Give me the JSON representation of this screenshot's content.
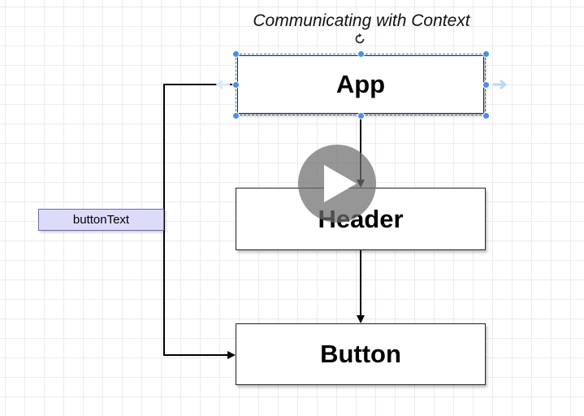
{
  "diagram": {
    "title": "Communicating with Context",
    "nodes": {
      "app": "App",
      "header": "Header",
      "button": "Button"
    },
    "edge_label": "buttonText"
  },
  "colors": {
    "selection": "#4a8fe7",
    "prop_fill": "#dcdcfa",
    "edge": "#000000",
    "play_overlay": "#6e6e6e"
  },
  "icons": {
    "rotate": "rotate-icon",
    "play": "play-icon"
  }
}
